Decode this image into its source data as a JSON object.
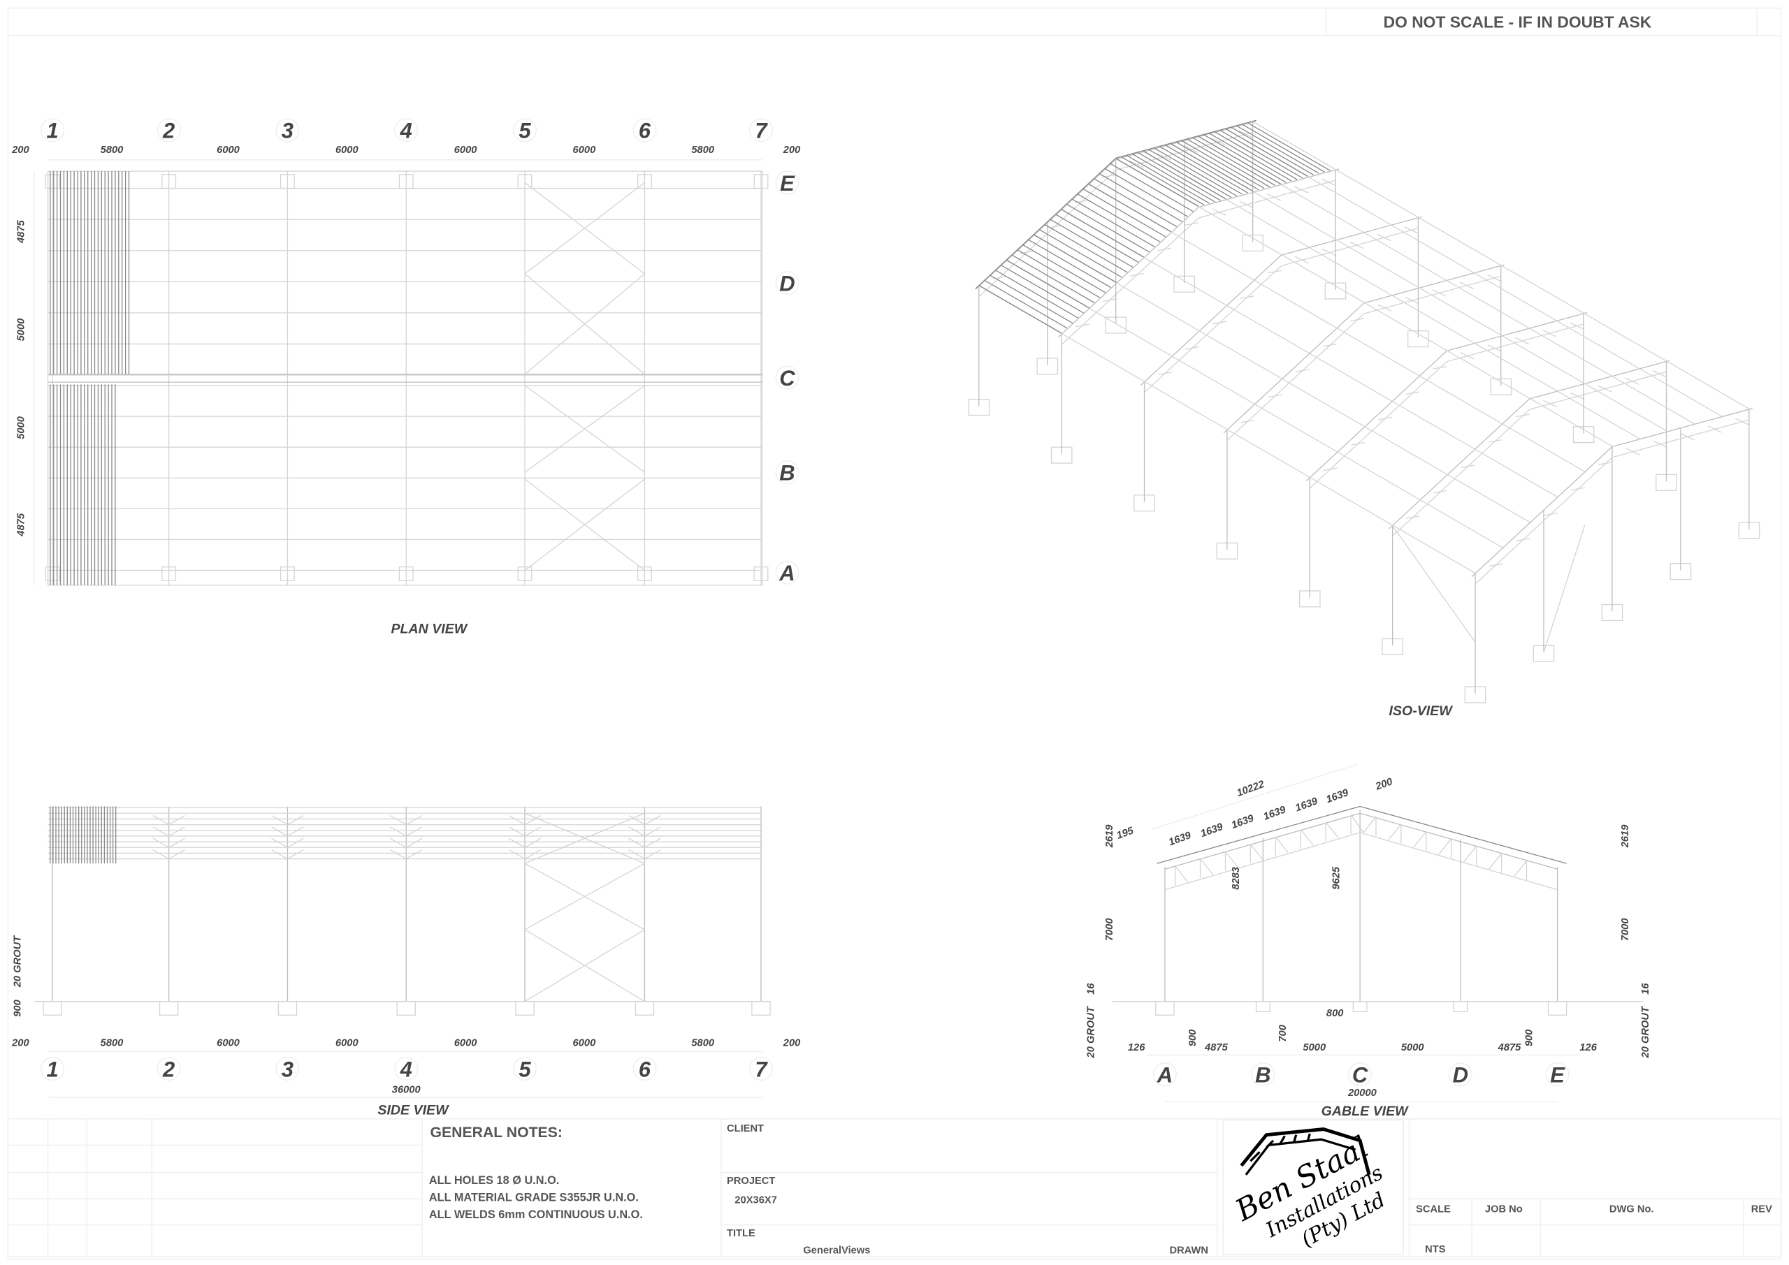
{
  "header": {
    "notice": "DO NOT SCALE - IF IN DOUBT ASK"
  },
  "plan": {
    "label": "PLAN VIEW",
    "grid_numbers": [
      "1",
      "2",
      "3",
      "4",
      "5",
      "6",
      "7"
    ],
    "dims_top": [
      "200",
      "5800",
      "6000",
      "6000",
      "6000",
      "6000",
      "5800",
      "200"
    ],
    "row_letters": [
      "E",
      "D",
      "C",
      "B",
      "A"
    ],
    "dims_left": [
      "4875",
      "5000",
      "5000",
      "4875"
    ]
  },
  "iso": {
    "label": "ISO-VIEW"
  },
  "side": {
    "label": "SIDE VIEW",
    "grid_numbers": [
      "1",
      "2",
      "3",
      "4",
      "5",
      "6",
      "7"
    ],
    "dims_bottom": [
      "200",
      "5800",
      "6000",
      "6000",
      "6000",
      "6000",
      "5800",
      "200"
    ],
    "total": "36000",
    "left_dims": [
      "20 GROUT",
      "900"
    ]
  },
  "gable": {
    "label": "GABLE VIEW",
    "rafter_length": "10222",
    "ridge_gap": "200",
    "purlin_spacings": [
      "1639",
      "1639",
      "1639",
      "1639",
      "1639",
      "1639"
    ],
    "overhang": "195",
    "roof_rise_left": "2619",
    "roof_rise_right": "2619",
    "height_b": "8283",
    "height_c": "9625",
    "eave_height_left": "7000",
    "eave_height_right": "7000",
    "grout_left": "16",
    "grout_right": "16",
    "grout_label_left": "20 GROUT",
    "grout_label_right": "20 GROUT",
    "bottom_dims": [
      "126",
      "900",
      "4875",
      "700",
      "5000",
      "800",
      "5000",
      "4875",
      "900",
      "126"
    ],
    "row_letters": [
      "A",
      "B",
      "C",
      "D",
      "E"
    ],
    "total": "20000"
  },
  "title_block": {
    "general_notes_heading": "GENERAL NOTES:",
    "notes": [
      "ALL HOLES 18 Ø U.N.O.",
      "ALL MATERIAL GRADE S355JR U.N.O.",
      "ALL WELDS 6mm CONTINUOUS U.N.O."
    ],
    "client_label": "CLIENT",
    "project_label": "PROJECT",
    "project_value": "20X36X7",
    "title_label": "TITLE",
    "title_value": "GeneralViews",
    "drawn_label": "DRAWN",
    "scale_label": "SCALE",
    "scale_value": "NTS",
    "job_label": "JOB No",
    "dwg_label": "DWG No.",
    "rev_label": "REV",
    "logo_text": [
      "Ben Staal",
      "Installations",
      "(Pty) Ltd"
    ]
  }
}
